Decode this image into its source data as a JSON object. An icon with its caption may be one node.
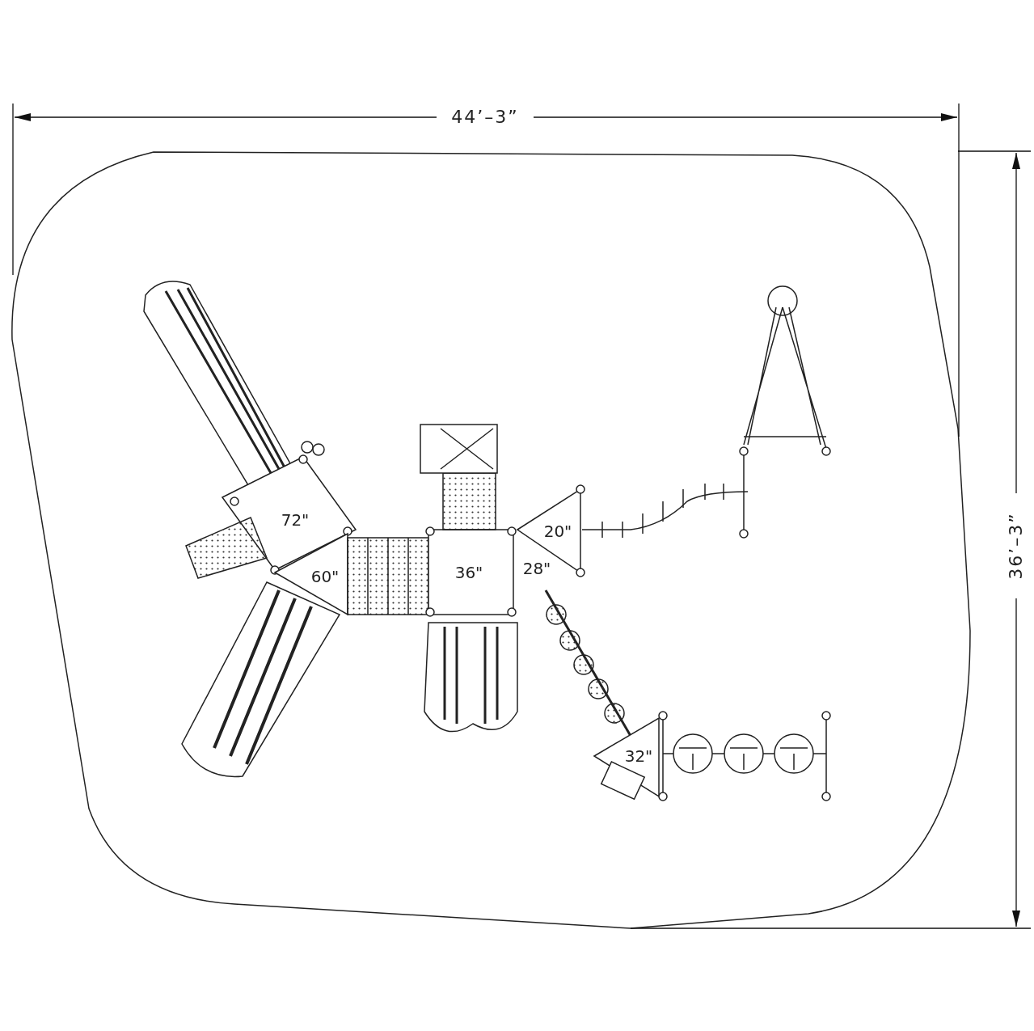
{
  "diagram": {
    "labels": [
      "44’–3”",
      "36’–3”",
      "72\"",
      "60\"",
      "36\"",
      "28\"",
      "20\"",
      "32\""
    ]
  }
}
